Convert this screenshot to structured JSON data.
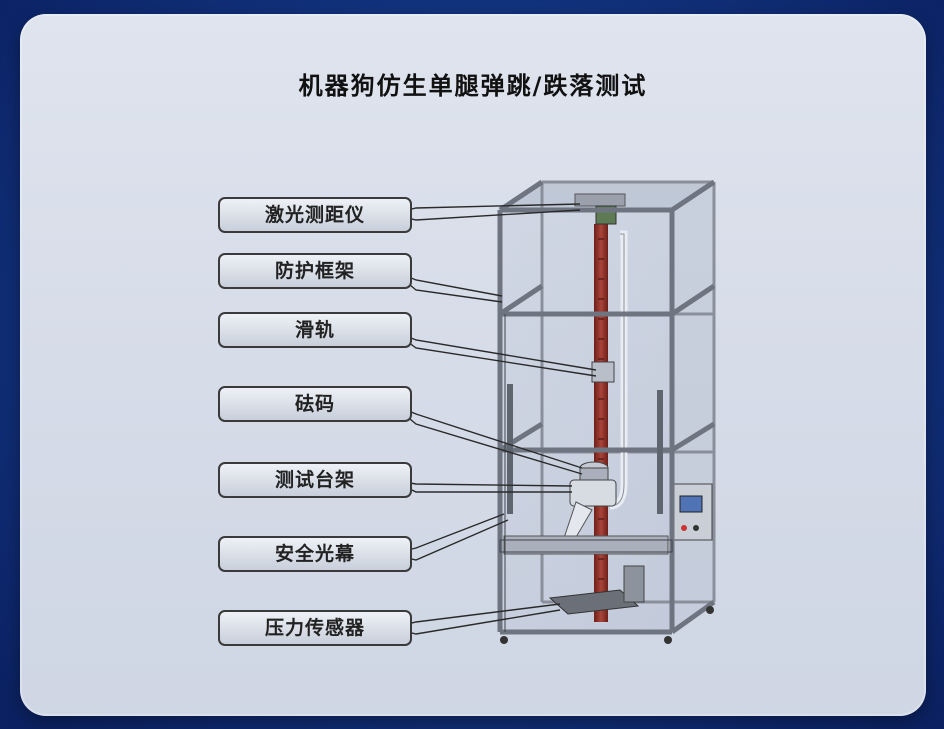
{
  "title": "机器狗仿生单腿弹跳/跌落测试",
  "labels": [
    {
      "id": "laser",
      "text": "激光测距仪"
    },
    {
      "id": "frame",
      "text": "防护框架"
    },
    {
      "id": "rail",
      "text": "滑轨"
    },
    {
      "id": "weight",
      "text": "砝码"
    },
    {
      "id": "stand",
      "text": "测试台架"
    },
    {
      "id": "curtain",
      "text": "安全光幕"
    },
    {
      "id": "sensor",
      "text": "压力传感器"
    }
  ],
  "colors": {
    "background": "#12337f",
    "panel": "#d6dce8",
    "frame": "#6f7580",
    "rail": "#8c2e24"
  }
}
